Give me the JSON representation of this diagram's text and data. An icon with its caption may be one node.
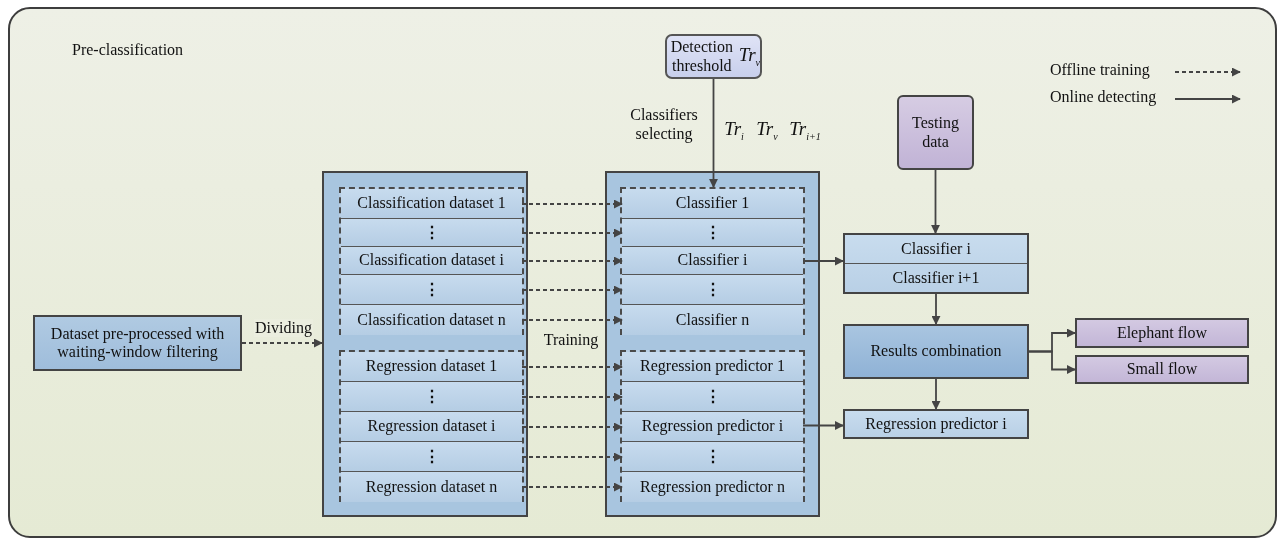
{
  "diagram": {
    "nodes": [
      {
        "text": [
          "Pre-classification"
        ]
      },
      {
        "text": [
          "Dataset pre-processed with waiting-window filtering"
        ],
        "in": 0
      },
      {
        "text": [],
        "shape": "box",
        "in": 0
      },
      {
        "text": [],
        "shape": "box",
        "in": 2
      },
      {
        "text": [
          "Classification dataset 1"
        ],
        "in": 3
      },
      {
        "text": [
          "⋮"
        ],
        "in": 3
      },
      {
        "text": [
          "Classification dataset i"
        ],
        "in": 3
      },
      {
        "text": [
          "⋮"
        ],
        "in": 3
      },
      {
        "text": [
          "Classification dataset n"
        ],
        "in": 3
      },
      {
        "text": [],
        "shape": "box",
        "in": 2
      },
      {
        "text": [
          "Regression dataset 1"
        ],
        "in": 9
      },
      {
        "text": [
          "⋮"
        ],
        "in": 9
      },
      {
        "text": [
          "Regression dataset i"
        ],
        "in": 9
      },
      {
        "text": [
          "⋮"
        ],
        "in": 9
      },
      {
        "text": [
          "Regression dataset n"
        ],
        "in": 9
      },
      {
        "text": [],
        "shape": "box",
        "in": 0
      },
      {
        "text": [],
        "shape": "box",
        "in": 15
      },
      {
        "text": [
          "Classifier 1"
        ],
        "in": 16
      },
      {
        "text": [
          "⋮"
        ],
        "in": 16
      },
      {
        "text": [
          "Classifier i"
        ],
        "in": 16
      },
      {
        "text": [
          "⋮"
        ],
        "in": 16
      },
      {
        "text": [
          "Classifier n"
        ],
        "in": 16
      },
      {
        "text": [],
        "shape": "box",
        "in": 15
      },
      {
        "text": [
          "Regression predictor 1"
        ],
        "in": 22
      },
      {
        "text": [
          "⋮"
        ],
        "in": 22
      },
      {
        "text": [
          "Regression predictor i"
        ],
        "in": 22
      },
      {
        "text": [
          "⋮"
        ],
        "in": 22
      },
      {
        "text": [
          "Regression predictor n"
        ],
        "in": 22
      },
      {
        "text": [
          "Detection threshold",
          "Tr$_{v}$"
        ],
        "in": 0
      },
      {
        "text": [
          "Testing data"
        ],
        "in": 0
      },
      {
        "text": [
          "Classifier i",
          "Classifier i+1"
        ],
        "in": 0
      },
      {
        "text": [
          "Results combination"
        ],
        "in": 0
      },
      {
        "text": [
          "Elephant flow"
        ],
        "in": 0
      },
      {
        "text": [
          "Small flow"
        ],
        "in": 0
      },
      {
        "text": [
          "Regression predictor i"
        ],
        "in": 0
      }
    ],
    "edges": [
      {
        "from": 1,
        "to": 2,
        "arrow": "to",
        "style": "dashed",
        "label": "Dividing"
      },
      {
        "from": 4,
        "to": 17,
        "arrow": "to",
        "style": "dashed"
      },
      {
        "from": 5,
        "to": 18,
        "arrow": "to",
        "style": "dashed"
      },
      {
        "from": 6,
        "to": 19,
        "arrow": "to",
        "style": "dashed"
      },
      {
        "from": 7,
        "to": 20,
        "arrow": "to",
        "style": "dashed"
      },
      {
        "from": 8,
        "to": 21,
        "arrow": "to",
        "style": "dashed"
      },
      {
        "from": 10,
        "to": 23,
        "arrow": "to",
        "style": "dashed"
      },
      {
        "from": 11,
        "to": 24,
        "arrow": "to",
        "style": "dashed"
      },
      {
        "from": 12,
        "to": 25,
        "arrow": "to",
        "style": "dashed"
      },
      {
        "from": 13,
        "to": 26,
        "arrow": "to",
        "style": "dashed"
      },
      {
        "from": 14,
        "to": 27,
        "arrow": "to",
        "style": "dashed"
      },
      {
        "from": 28,
        "to": 16,
        "arrow": "to"
      },
      {
        "from": 29,
        "to": 30,
        "arrow": "to"
      },
      {
        "from": 19,
        "to": 30,
        "arrow": "to"
      },
      {
        "from": 30,
        "to": 31,
        "arrow": "to"
      },
      {
        "from": 31,
        "to": 32,
        "arrow": "to"
      },
      {
        "from": 31,
        "to": 33,
        "arrow": "to"
      },
      {
        "from": 31,
        "to": 34,
        "arrow": "to"
      },
      {
        "from": 25,
        "to": 34,
        "arrow": "to"
      }
    ],
    "labels": [
      "Classifiers selecting",
      "Tr$_{i}$",
      "Tr$_{v}$",
      "Tr$_{i+1}$",
      "Training"
    ],
    "legend": [
      {
        "text": "Offline training"
      },
      {
        "text": "Online detecting"
      }
    ]
  }
}
